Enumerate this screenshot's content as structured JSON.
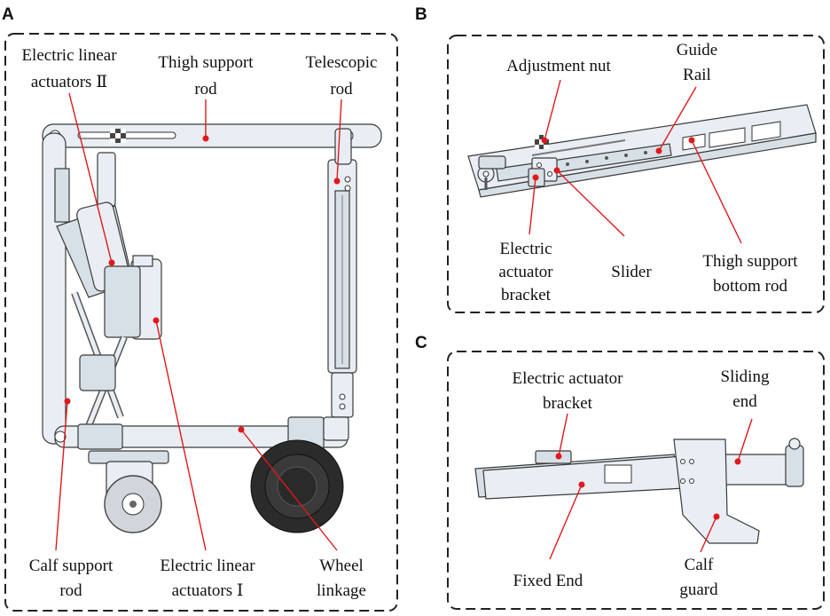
{
  "panels": {
    "a": {
      "letter": "A",
      "labels": {
        "linear_actuators_2_line1": "Electric linear",
        "linear_actuators_2_line2": "actuators Ⅱ",
        "thigh_rod_line1": "Thigh support",
        "thigh_rod_line2": "rod",
        "telescopic_line1": "Telescopic",
        "telescopic_line2": "rod",
        "calf_rod_line1": "Calf support",
        "calf_rod_line2": "rod",
        "linear_actuators_1_line1": "Electric linear",
        "linear_actuators_1_line2": "actuators Ⅰ",
        "wheel_line1": "Wheel",
        "wheel_line2": "linkage"
      }
    },
    "b": {
      "letter": "B",
      "labels": {
        "adjustment_nut": "Adjustment nut",
        "guide_rail_line1": "Guide",
        "guide_rail_line2": "Rail",
        "bracket_line1": "Electric",
        "bracket_line2": "actuator",
        "bracket_line3": "bracket",
        "slider": "Slider",
        "thigh_bottom_line1": "Thigh support",
        "thigh_bottom_line2": "bottom rod"
      }
    },
    "c": {
      "letter": "C",
      "labels": {
        "bracket_line1": "Electric actuator",
        "bracket_line2": "bracket",
        "sliding_line1": "Sliding",
        "sliding_line2": "end",
        "fixed_end": "Fixed End",
        "calf_guard_line1": "Calf",
        "calf_guard_line2": "guard"
      }
    }
  },
  "colors": {
    "leader": "#e0191c",
    "frame": "#222222",
    "part_fill": "#e8eef3"
  }
}
